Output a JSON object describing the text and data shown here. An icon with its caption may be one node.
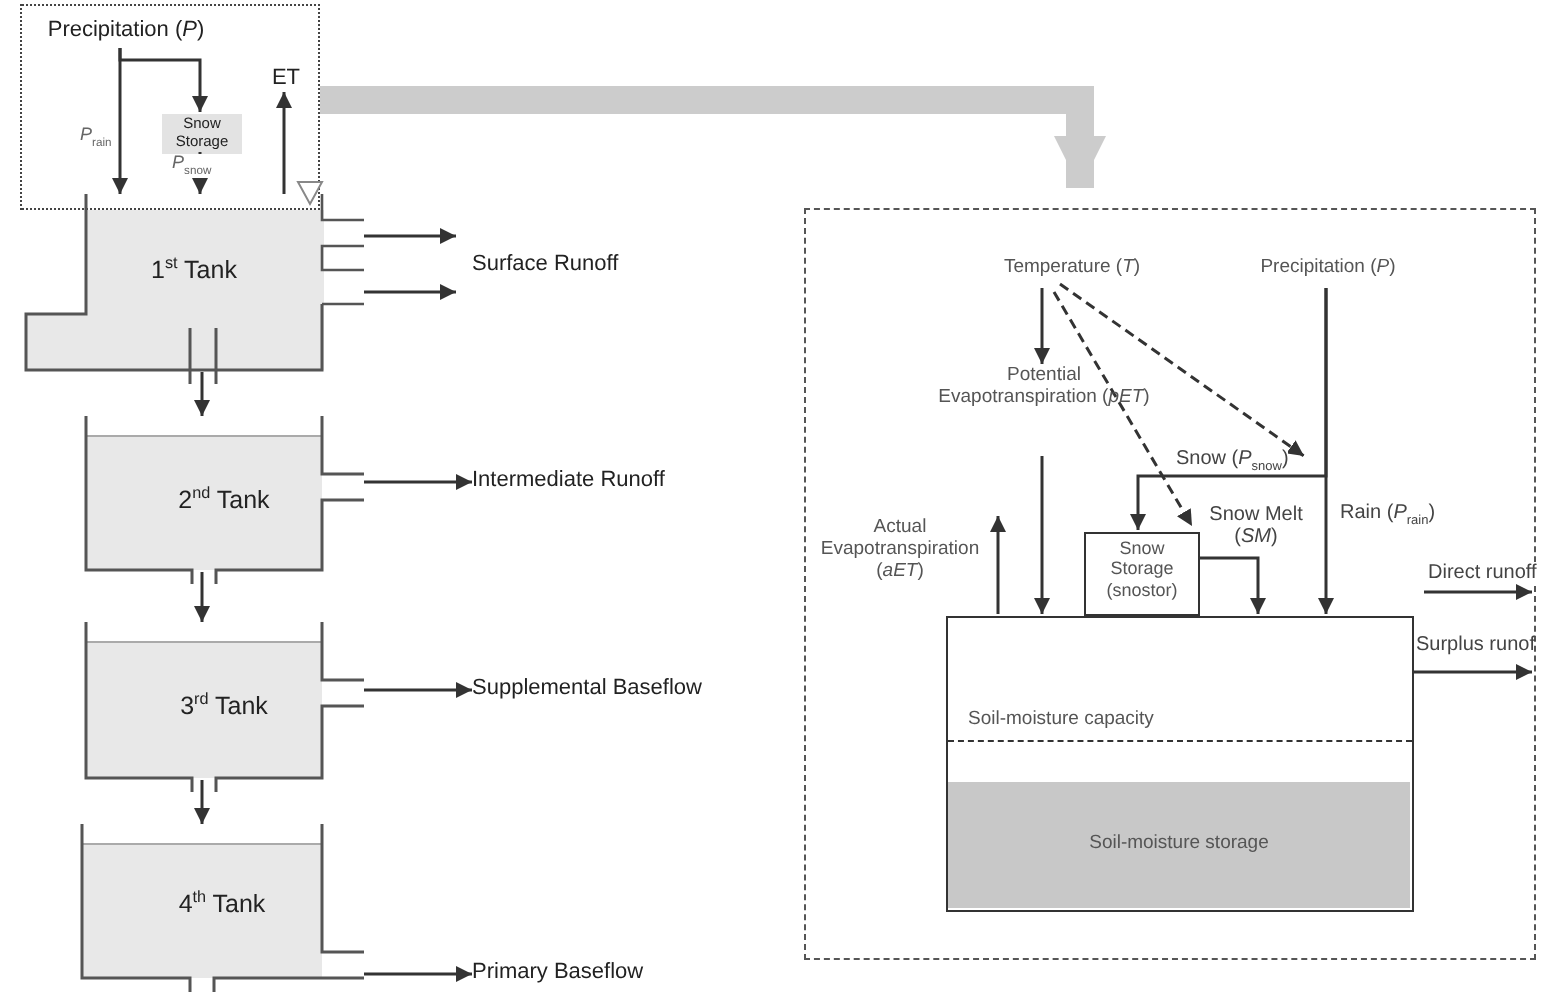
{
  "diagram": {
    "nodes": [
      {
        "text": [],
        "shape": "box"
      },
      {
        "text": [
          "Precipitation (*P*)"
        ],
        "in": 0
      },
      {
        "text": [
          "Snow Storage"
        ],
        "in": 0
      },
      {
        "text": [
          "ET"
        ],
        "in": 0
      },
      {
        "text": [
          "1$^{st}$ Tank"
        ]
      },
      {
        "text": [
          "Surface Runoff"
        ]
      },
      {
        "text": [
          "2$^{nd}$ Tank"
        ]
      },
      {
        "text": [
          "Intermediate Runoff"
        ]
      },
      {
        "text": [
          "3$^{rd}$ Tank"
        ]
      },
      {
        "text": [
          "Supplemental Baseflow"
        ]
      },
      {
        "text": [
          "4$^{th}$ Tank"
        ]
      },
      {
        "text": [
          "Primary Baseflow"
        ]
      },
      {
        "text": [],
        "shape": "box"
      },
      {
        "text": [
          "Temperature (*T*)"
        ],
        "in": 12
      },
      {
        "text": [
          "Precipitation (*P*)"
        ],
        "in": 12
      },
      {
        "text": [
          "Potential Evapotranspiration (*pET*)"
        ],
        "in": 12
      },
      {
        "text": [
          "Actual Evapotranspiration (*aET*)"
        ],
        "in": 12
      },
      {
        "text": [
          "Snow Storage (snostor)"
        ],
        "in": 12
      },
      {
        "text": [
          "Soil-moisture capacity"
        ],
        "in": 12
      },
      {
        "text": [
          "Soil-moisture storage"
        ],
        "in": 18
      }
    ],
    "edges": [
      {
        "from": 1,
        "to": 2,
        "arrow": "to"
      },
      {
        "from": 1,
        "to": 4,
        "arrow": "to",
        "label": "*P*$_{rain}$"
      },
      {
        "from": 2,
        "to": 4,
        "arrow": "to",
        "label": "*P*$_{snow}$"
      },
      {
        "from": 4,
        "to": 3,
        "arrow": "to"
      },
      {
        "from": 4,
        "to": 5,
        "arrow": "to"
      },
      {
        "from": 4,
        "to": 5,
        "arrow": "to"
      },
      {
        "from": 4,
        "to": 6,
        "arrow": "to"
      },
      {
        "from": 6,
        "to": 7,
        "arrow": "to"
      },
      {
        "from": 6,
        "to": 8,
        "arrow": "to"
      },
      {
        "from": 8,
        "to": 9,
        "arrow": "to"
      },
      {
        "from": 8,
        "to": 10,
        "arrow": "to"
      },
      {
        "from": 10,
        "to": 11,
        "arrow": "to"
      },
      {
        "from": 0,
        "to": 12,
        "arrow": "to",
        "style": "thick",
        "color": "#cccccc"
      },
      {
        "from": 13,
        "to": 15,
        "arrow": "to"
      },
      {
        "from": 13,
        "to": null,
        "arrow": "to",
        "style": "dashed"
      },
      {
        "from": 13,
        "to": 17,
        "arrow": "to",
        "style": "dashed"
      },
      {
        "from": 14,
        "to": 17,
        "arrow": "to",
        "label": "Snow (*P*$_{snow}$)"
      },
      {
        "from": 14,
        "to": 18,
        "arrow": "to",
        "label": "Rain (*P*$_{rain}$)"
      },
      {
        "from": 15,
        "to": 18,
        "arrow": "to"
      },
      {
        "from": 18,
        "to": 16,
        "arrow": "to"
      },
      {
        "from": 17,
        "to": 18,
        "arrow": "to",
        "label": "Snow Melt (*SM*)"
      },
      {
        "from": 18,
        "to": null,
        "arrow": "to",
        "label": "Direct runoff"
      },
      {
        "from": 18,
        "to": null,
        "arrow": "to",
        "label": "Surplus runof"
      }
    ]
  }
}
